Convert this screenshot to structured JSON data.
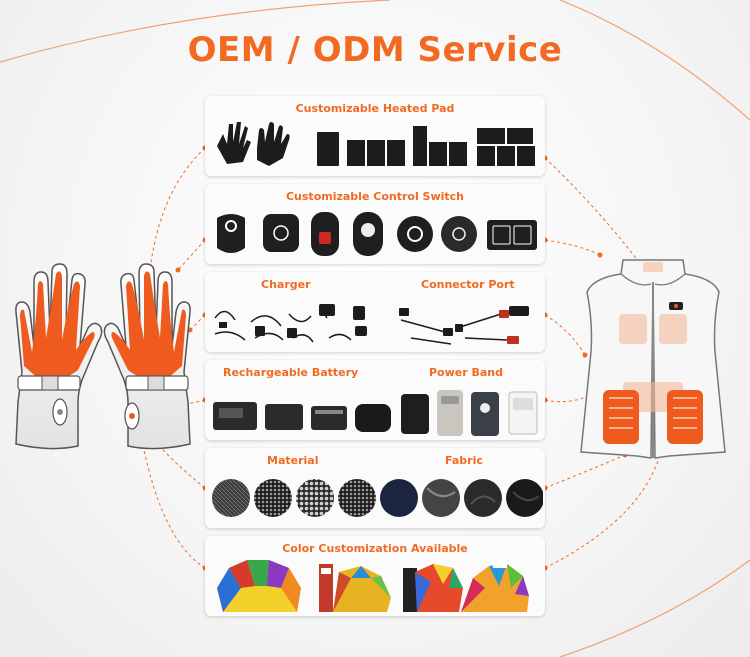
{
  "title": "OEM / ODM Service",
  "panels": {
    "heated_pad": {
      "title": "Customizable Heated Pad"
    },
    "control_switch": {
      "title": "Customizable Control Switch"
    },
    "charger": {
      "title": "Charger"
    },
    "connector_port": {
      "title": "Connector Port"
    },
    "battery": {
      "title": "Rechargeable Battery"
    },
    "power_band": {
      "title": "Power Band"
    },
    "material": {
      "title": "Material"
    },
    "fabric": {
      "title": "Fabric"
    },
    "color": {
      "title": "Color Customization Available"
    }
  },
  "colors": {
    "accent": "#f26a22",
    "heat": "#ef5a1f",
    "dark": "#1b1b1b"
  }
}
